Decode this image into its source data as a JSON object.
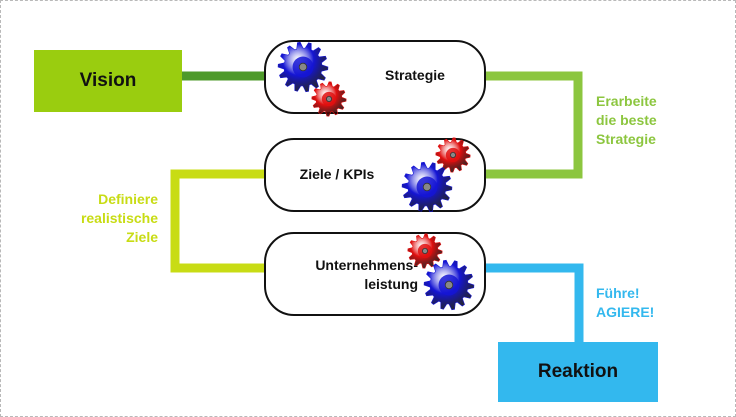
{
  "boxes": {
    "vision": "Vision",
    "reaktion": "Reaktion"
  },
  "steps": {
    "strategie": "Strategie",
    "ziele": "Ziele / KPIs",
    "leistung_line1": "Unternehmens-",
    "leistung_line2": "leistung"
  },
  "annotations": {
    "erarbeite": [
      "Erarbeite",
      "die beste",
      "Strategie"
    ],
    "definiere": [
      "Definiere",
      "realistische",
      "Ziele"
    ],
    "fuehre": [
      "Führe!",
      "AGIERE!"
    ]
  },
  "colors": {
    "vision_green": "#9acd0f",
    "dark_green": "#4e9a2a",
    "light_green": "#8cc63f",
    "yellow_green": "#c8dc14",
    "cyan": "#33b8ee",
    "gear_blue": "#1515d4",
    "gear_red": "#e01010"
  },
  "icons": [
    "gear-blue-icon",
    "gear-red-icon"
  ]
}
